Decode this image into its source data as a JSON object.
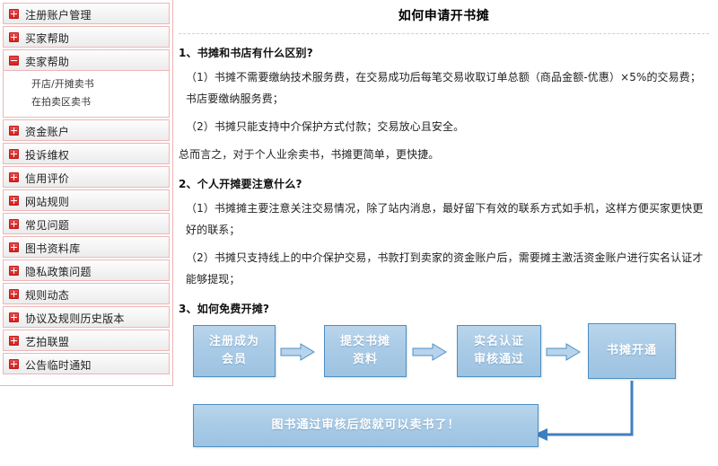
{
  "sidebar": {
    "groups": [
      {
        "icon": "plus-icon",
        "label": "注册账户管理",
        "expanded": false,
        "subitems": []
      },
      {
        "icon": "plus-icon",
        "label": "买家帮助",
        "expanded": false,
        "subitems": []
      },
      {
        "icon": "minus-icon",
        "label": "卖家帮助",
        "expanded": true,
        "subitems": [
          "开店/开摊卖书",
          "在拍卖区卖书"
        ]
      },
      {
        "icon": "plus-icon",
        "label": "资金账户",
        "expanded": false,
        "subitems": []
      },
      {
        "icon": "plus-icon",
        "label": "投诉维权",
        "expanded": false,
        "subitems": []
      },
      {
        "icon": "plus-icon",
        "label": "信用评价",
        "expanded": false,
        "subitems": []
      },
      {
        "icon": "plus-icon",
        "label": "网站规则",
        "expanded": false,
        "subitems": []
      },
      {
        "icon": "plus-icon",
        "label": "常见问题",
        "expanded": false,
        "subitems": []
      },
      {
        "icon": "plus-icon",
        "label": "图书资料库",
        "expanded": false,
        "subitems": []
      },
      {
        "icon": "plus-icon",
        "label": "隐私政策问题",
        "expanded": false,
        "subitems": []
      },
      {
        "icon": "plus-icon",
        "label": "规则动态",
        "expanded": false,
        "subitems": []
      },
      {
        "icon": "plus-icon",
        "label": "协议及规则历史版本",
        "expanded": false,
        "subitems": []
      },
      {
        "icon": "plus-icon",
        "label": "艺拍联盟",
        "expanded": false,
        "subitems": []
      },
      {
        "icon": "plus-icon",
        "label": "公告临时通知",
        "expanded": false,
        "subitems": []
      }
    ]
  },
  "article": {
    "title": "如何申请开书摊",
    "q1": {
      "heading": "1、书摊和书店有什么区别?",
      "p1": "（1）书摊不需要缴纳技术服务费，在交易成功后每笔交易收取订单总额（商品金额-优惠）×5%的交易费；书店要缴纳服务费；",
      "p2": "（2）书摊只能支持中介保护方式付款；交易放心且安全。",
      "p3": "总而言之，对于个人业余卖书，书摊更简单，更快捷。"
    },
    "q2": {
      "heading": "2、个人开摊要注意什么?",
      "p1": "（1）书摊摊主要注意关注交易情况，除了站内消息，最好留下有效的联系方式如手机，这样方便买家更快更好的联系；",
      "p2": "（2）书摊只支持线上的中介保护交易，书款打到卖家的资金账户后，需要摊主激活资金账户进行实名认证才能够提现；"
    },
    "q3": {
      "heading": "3、如何免费开摊?"
    }
  },
  "flowchart": {
    "boxes": [
      {
        "line1": "注册成为",
        "line2": "会员"
      },
      {
        "line1": "提交书摊",
        "line2": "资料"
      },
      {
        "line1": "实名认证",
        "line2": "审核通过"
      },
      {
        "line1": "书摊开通",
        "line2": ""
      }
    ],
    "result_box": "图书通过审核后您就可以卖书了！",
    "box_fill": "#a9cbe6",
    "box_border": "#4d8fc4",
    "arrow_fill": "#b8d4ec",
    "arrow_stroke": "#4d8fc4",
    "connector_color": "#3f7fbf"
  }
}
